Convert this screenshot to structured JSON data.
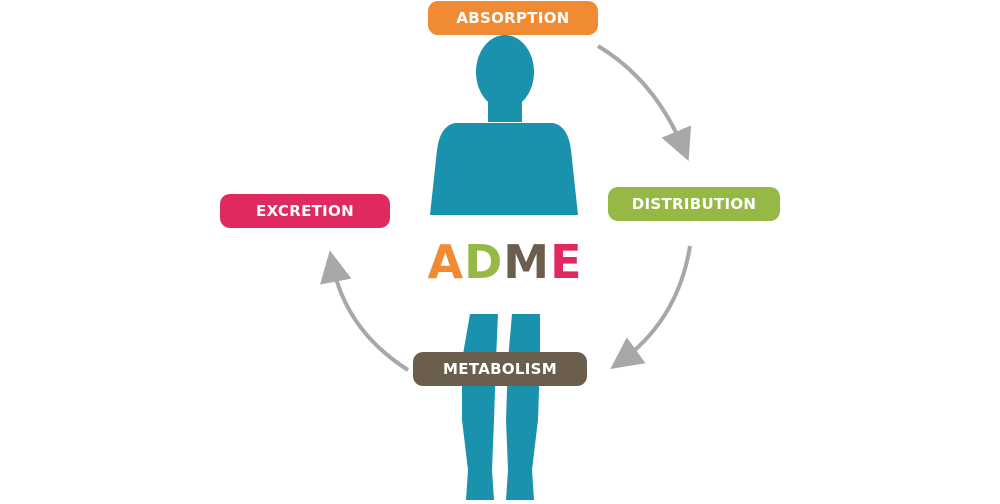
{
  "diagram": {
    "stages": [
      {
        "key": "absorption",
        "label": "ABSORPTION",
        "color": "#f08a33"
      },
      {
        "key": "distribution",
        "label": "DISTRIBUTION",
        "color": "#95b944"
      },
      {
        "key": "metabolism",
        "label": "METABOLISM",
        "color": "#6b5e4c"
      },
      {
        "key": "excretion",
        "label": "EXCRETION",
        "color": "#e0295f"
      }
    ],
    "acronym": {
      "letters": [
        "A",
        "D",
        "M",
        "E"
      ],
      "colors": [
        "#f08a33",
        "#95b944",
        "#6b5e4c",
        "#e0295f"
      ]
    },
    "body_color": "#1a92ad",
    "arrow_color": "#a7a8aa",
    "icons": {
      "figure": "human-body-silhouette-icon",
      "arrow": "curved-arrow-icon"
    }
  }
}
